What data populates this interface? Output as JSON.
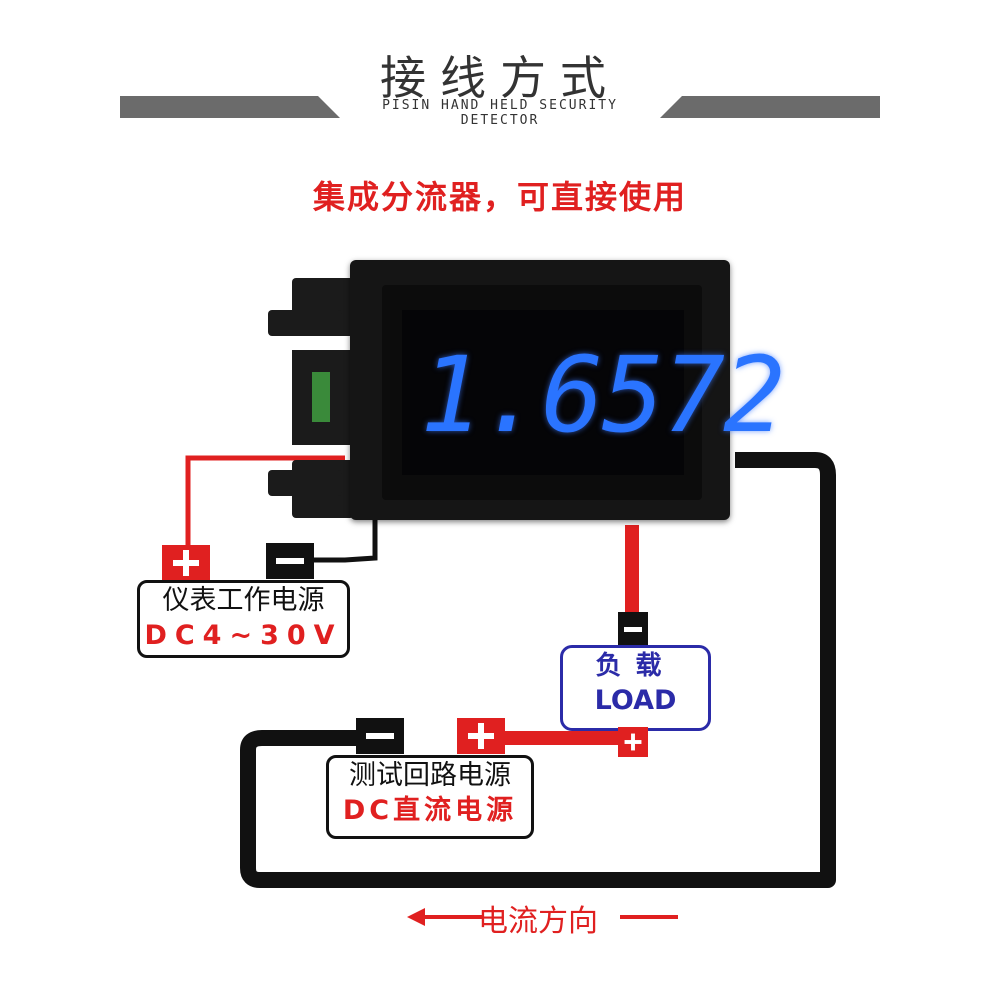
{
  "header": {
    "title": "接线方式",
    "subtitle": "PISIN HAND HELD SECURITY DETECTOR"
  },
  "tagline": "集成分流器，可直接使用",
  "meter": {
    "reading": "1.6572"
  },
  "power_supply": {
    "label": "仪表工作电源",
    "voltage": "DC4~30V"
  },
  "load": {
    "label": "负载",
    "english": "LOAD"
  },
  "test_supply": {
    "label": "测试回路电源",
    "type": "DC直流电源"
  },
  "current_direction": "电流方向",
  "colors": {
    "red": "#e02020",
    "black": "#111111",
    "load_blue": "#2b2ba8",
    "digits": "#2a74ff"
  }
}
